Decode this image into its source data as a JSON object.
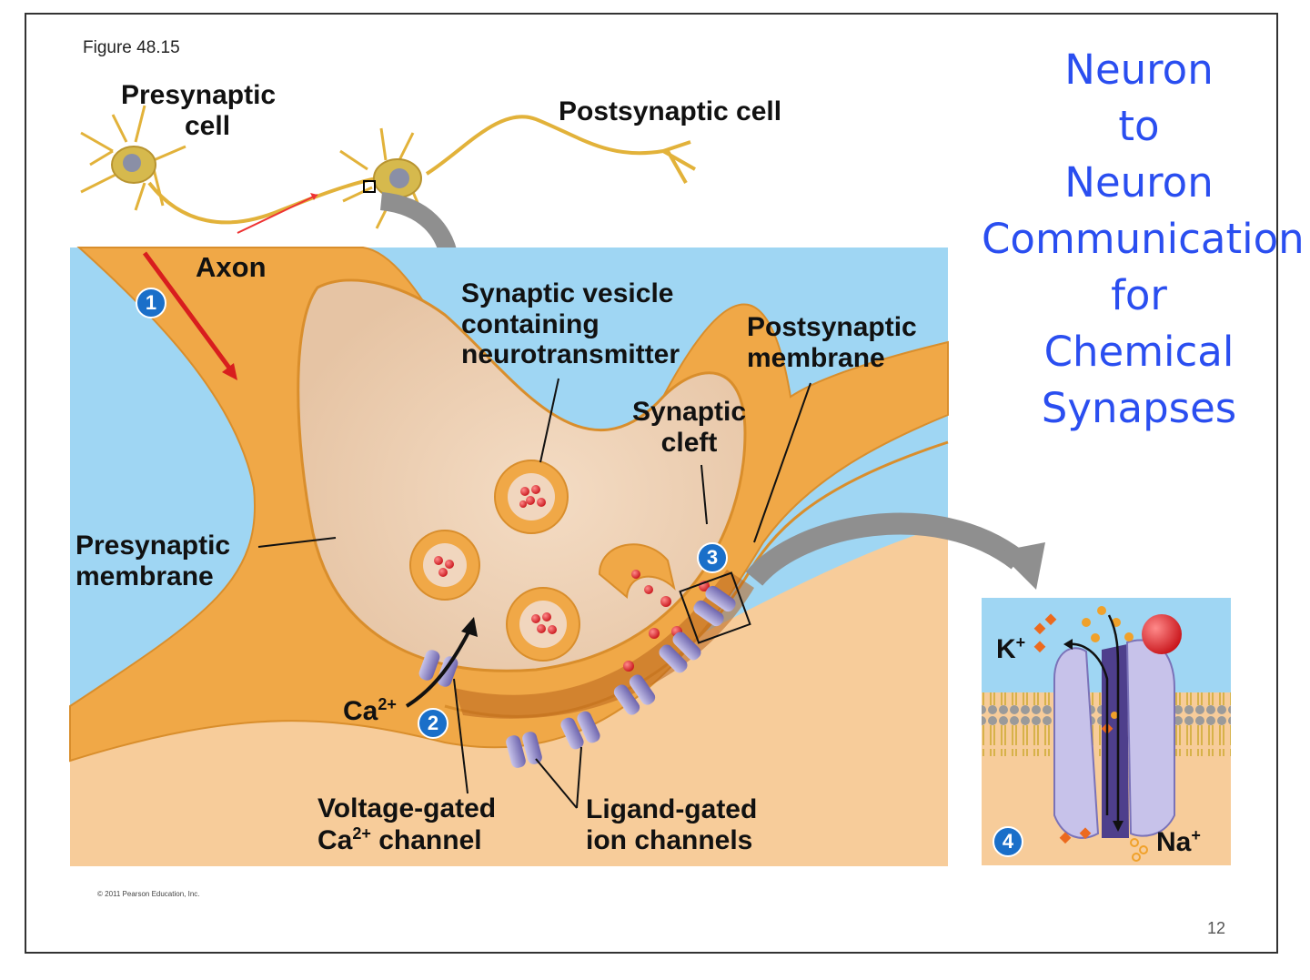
{
  "figure_number": "Figure 48.15",
  "title_lines": [
    "Neuron",
    "to",
    "Neuron",
    "Communication",
    "for",
    "Chemical",
    "Synapses"
  ],
  "labels": {
    "presynaptic_cell": [
      "Presynaptic",
      "cell"
    ],
    "postsynaptic_cell": "Postsynaptic cell",
    "axon": "Axon",
    "synaptic_vesicle": [
      "Synaptic vesicle",
      "containing",
      "neurotransmitter"
    ],
    "postsynaptic_membrane": [
      "Postsynaptic",
      "membrane"
    ],
    "synaptic_cleft": [
      "Synaptic",
      "cleft"
    ],
    "presynaptic_membrane": [
      "Presynaptic",
      "membrane"
    ],
    "ca_ion": "Ca",
    "ca_charge": "2+",
    "voltage_gated_line1": "Voltage-gated",
    "voltage_gated_ca": "Ca",
    "voltage_gated_charge": "2+",
    "voltage_gated_rest": " channel",
    "ligand_gated": [
      "Ligand-gated",
      "ion channels"
    ],
    "k_ion": "K",
    "k_charge": "+",
    "na_ion": "Na",
    "na_charge": "+"
  },
  "steps": [
    "1",
    "2",
    "3",
    "4"
  ],
  "copyright": "© 2011 Pearson Education, Inc.",
  "page_number": "12",
  "colors": {
    "title": "#2a4ef0",
    "extracellular": "#9fd6f3",
    "neuron": "#f0a847",
    "cytoplasm": "#f7cc9a",
    "vesicle_content": "#e8c3a3",
    "neurotransmitter": "#e02222",
    "channel": "#8e86c4",
    "step_badge": "#1a6fc9",
    "action_arrow": "#d81e1e"
  }
}
